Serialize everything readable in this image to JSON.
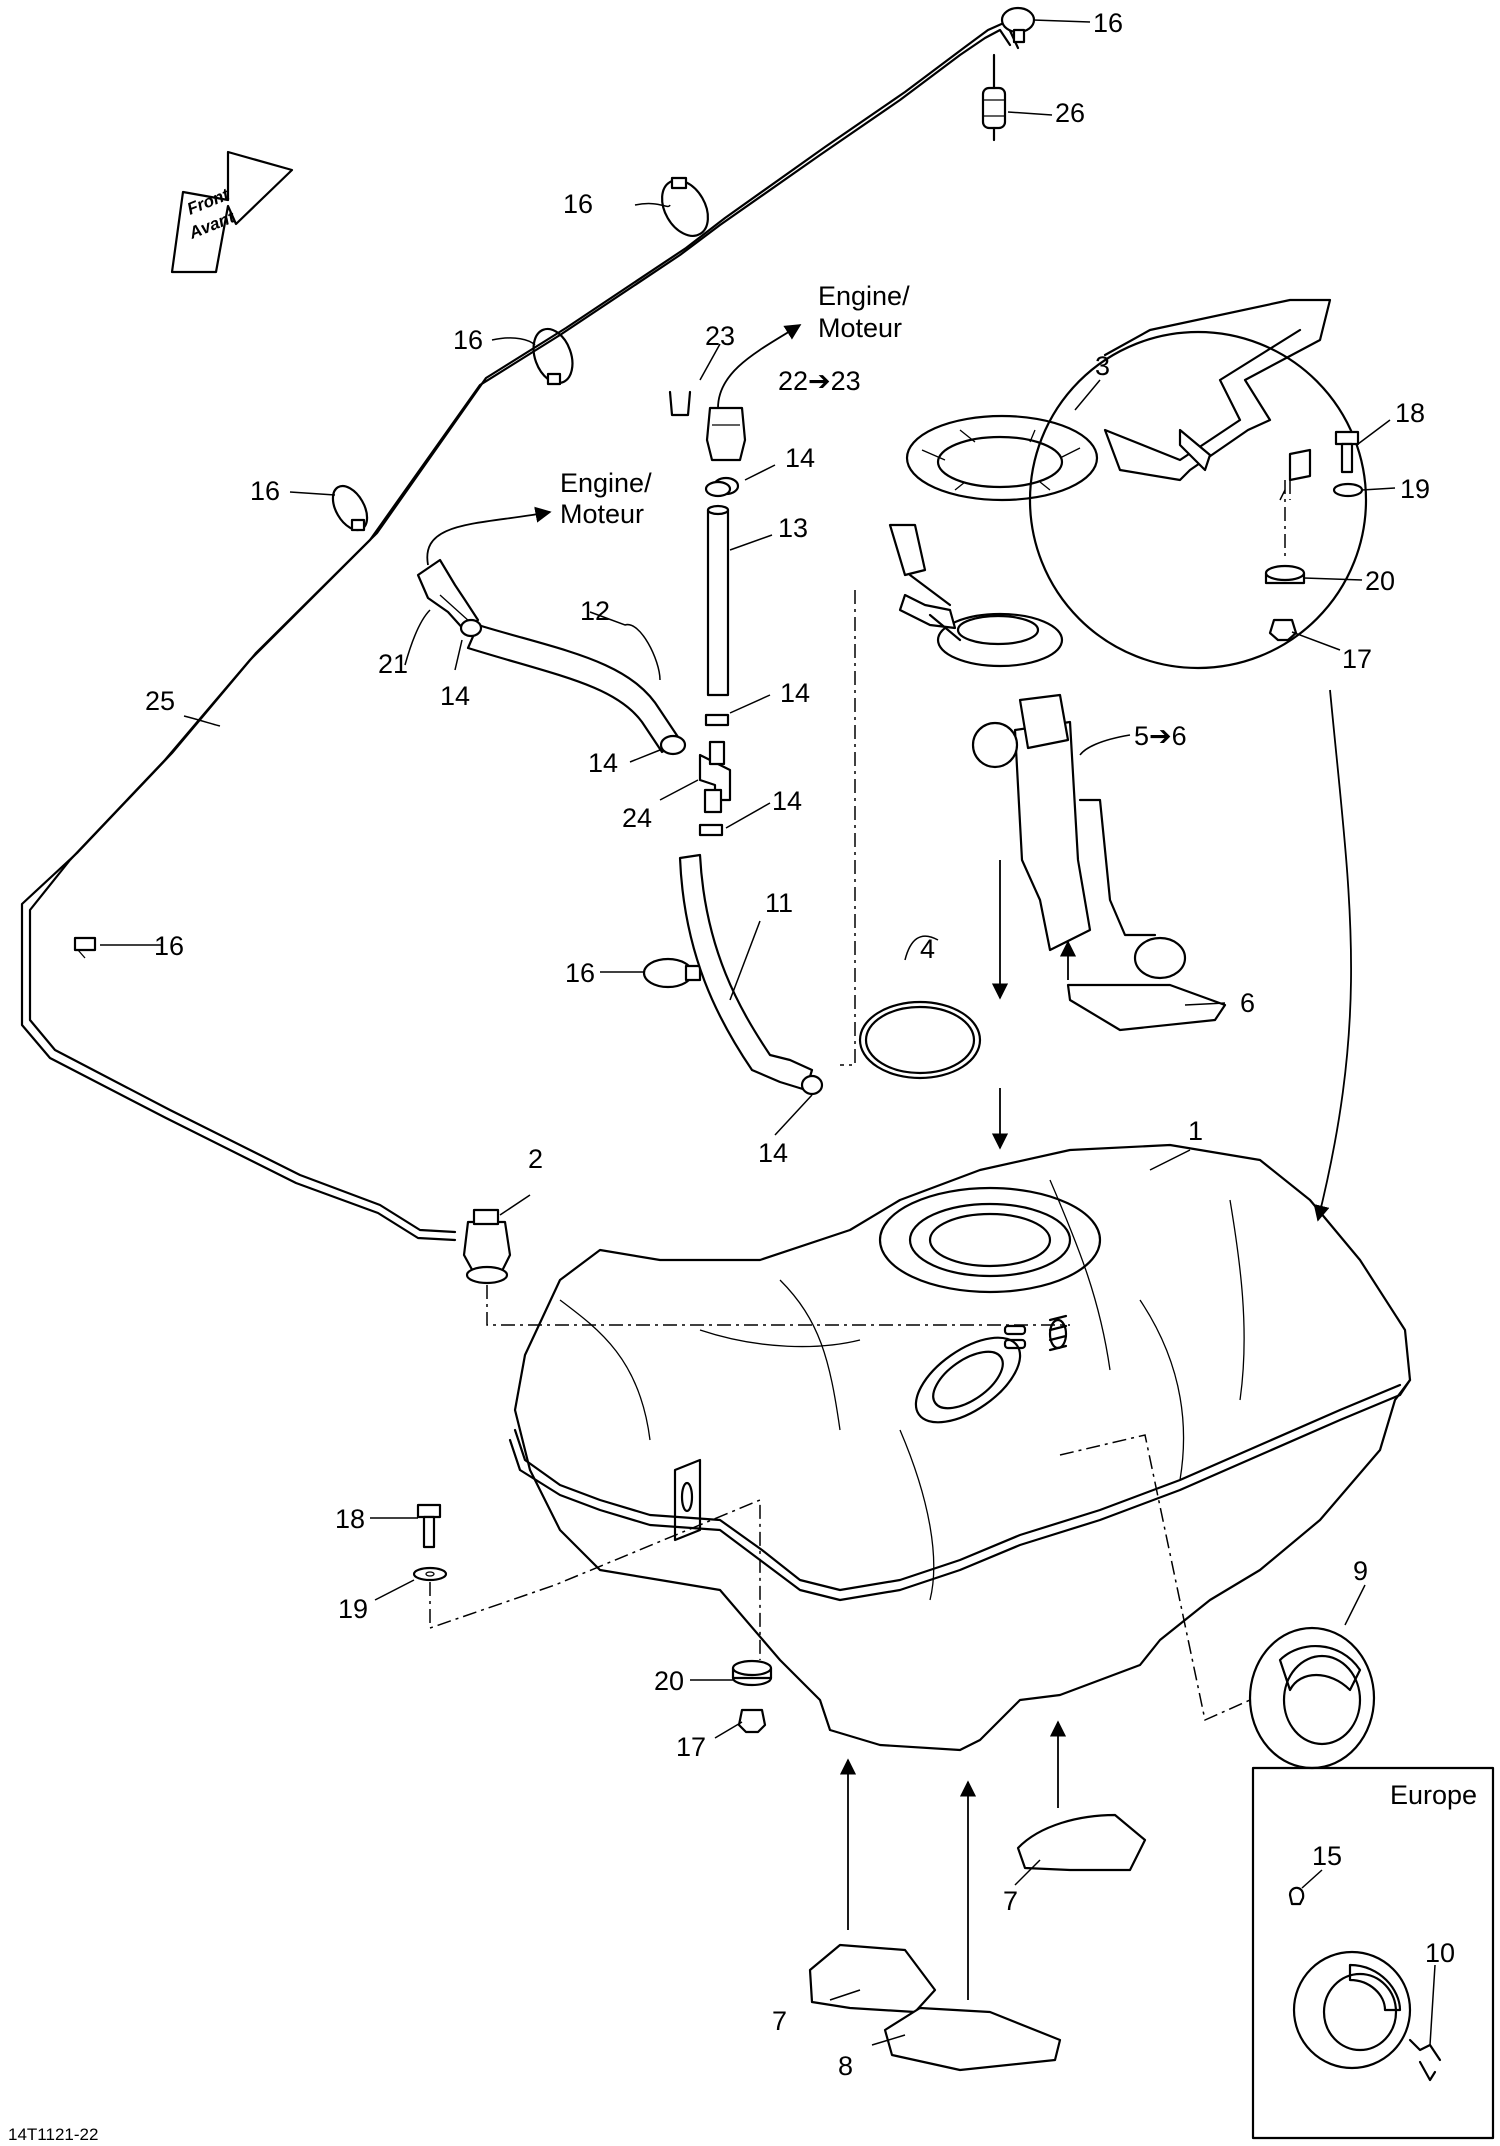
{
  "diagram": {
    "figure_code": "14T1121-22",
    "front_label": {
      "line1": "Front",
      "line2": "Avant"
    },
    "engine_label": {
      "line1": "Engine/",
      "line2": "Moteur"
    },
    "europe_label": "Europe",
    "callouts": {
      "c1": "1",
      "c2": "2",
      "c3": "3",
      "c4": "4",
      "c5": "5➔6",
      "c6": "6",
      "c7a": "7",
      "c7b": "7",
      "c8": "8",
      "c9": "9",
      "c10": "10",
      "c11": "11",
      "c12": "12",
      "c13": "13",
      "c14a": "14",
      "c14b": "14",
      "c14c": "14",
      "c14d": "14",
      "c14e": "14",
      "c14f": "14",
      "c15": "15",
      "c16a": "16",
      "c16b": "16",
      "c16c": "16",
      "c16d": "16",
      "c16e": "16",
      "c16f": "16",
      "c17a": "17",
      "c17b": "17",
      "c18a": "18",
      "c18b": "18",
      "c19a": "19",
      "c19b": "19",
      "c20a": "20",
      "c20b": "20",
      "c21": "21",
      "c22": "22➔23",
      "c23": "23",
      "c24": "24",
      "c25": "25",
      "c26": "26"
    }
  }
}
